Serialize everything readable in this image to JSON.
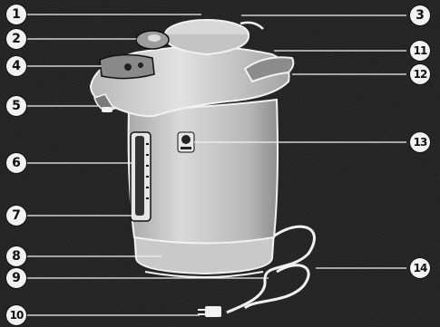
{
  "callouts": {
    "c1": "1",
    "c2": "2",
    "c3": "3",
    "c4": "4",
    "c5": "5",
    "c6": "6",
    "c7": "7",
    "c8": "8",
    "c9": "9",
    "c10": "10",
    "c11": "11",
    "c12": "12",
    "c13": "13",
    "c14": "14"
  },
  "colors": {
    "background": "#1a1a1a",
    "line": "#f2f2f2",
    "body_fill": "#bdbdbd",
    "lid_fill": "#cfcfcf",
    "dark_part": "#3a3a3a"
  }
}
